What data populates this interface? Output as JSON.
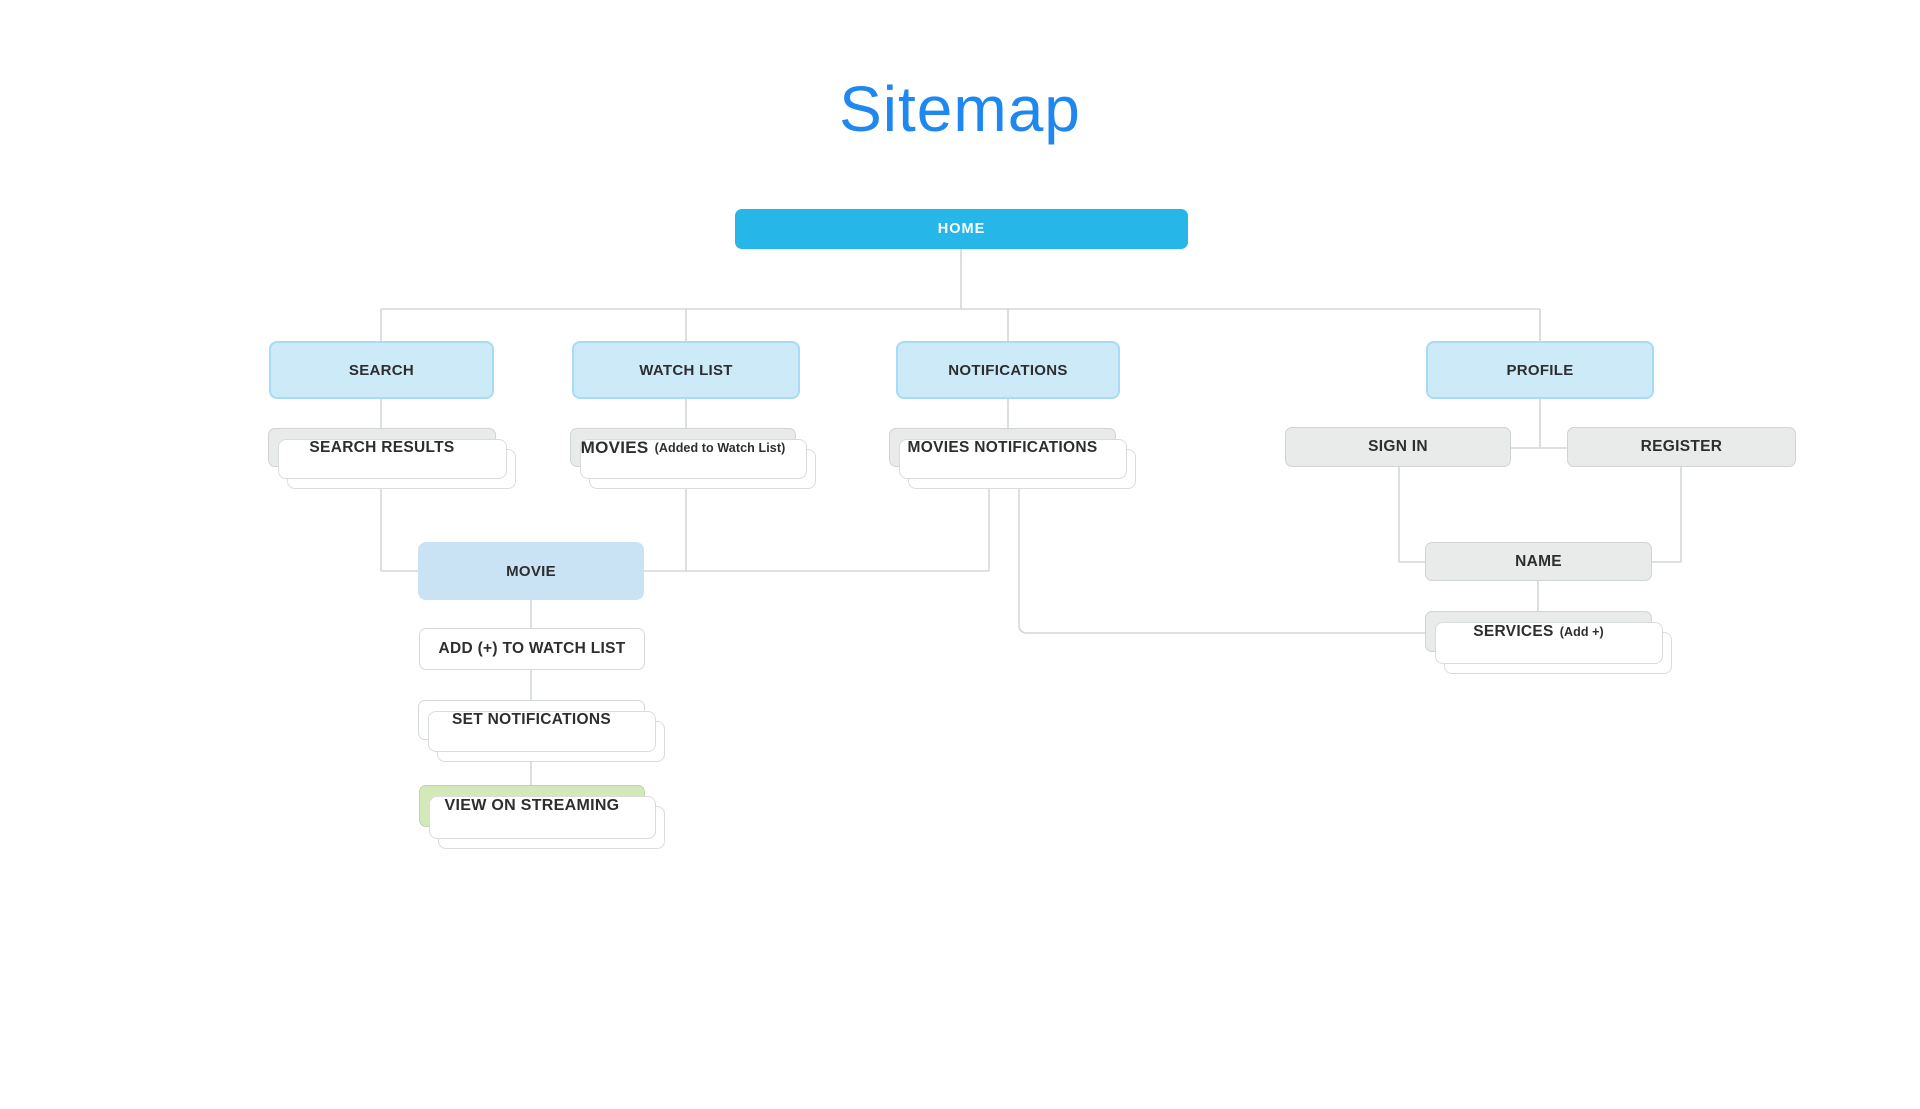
{
  "title": "Sitemap",
  "nodes": {
    "home": {
      "label": "HOME"
    },
    "search": {
      "label": "SEARCH"
    },
    "watch_list": {
      "label": "WATCH LIST"
    },
    "notifications": {
      "label": "NOTIFICATIONS"
    },
    "profile": {
      "label": "PROFILE"
    },
    "search_results": {
      "label": "SEARCH RESULTS"
    },
    "movies": {
      "label": "MOVIES",
      "sublabel": "(Added to Watch List)"
    },
    "movies_notifications": {
      "label": "MOVIES NOTIFICATIONS"
    },
    "sign_in": {
      "label": "SIGN IN"
    },
    "register": {
      "label": "REGISTER"
    },
    "name": {
      "label": "NAME"
    },
    "services": {
      "label": "SERVICES",
      "sublabel": "(Add +)"
    },
    "movie": {
      "label": "MOVIE"
    },
    "add_to_watch_list": {
      "label": "ADD (+) TO WATCH LIST"
    },
    "set_notifications": {
      "label": "SET NOTIFICATIONS"
    },
    "view_on_streaming": {
      "label": "VIEW ON STREAMING"
    }
  },
  "colors": {
    "title_blue": "#1e87f0",
    "home_fill": "#26b6e7",
    "blue_fill": "#cdeaf8",
    "blue_border": "#a6dcf4",
    "movie_fill": "#c9e3f4",
    "gray_fill": "#e9ebeb",
    "gray_border": "#d1d4d4",
    "card_border": "#d6d9da",
    "green_fill": "#d3e9ba",
    "green_border": "#bdd6a2",
    "line": "#d4d7d9",
    "text_dark": "#2d2e30",
    "shadow_border": "#d9dcdd",
    "background": "#ffffff"
  }
}
